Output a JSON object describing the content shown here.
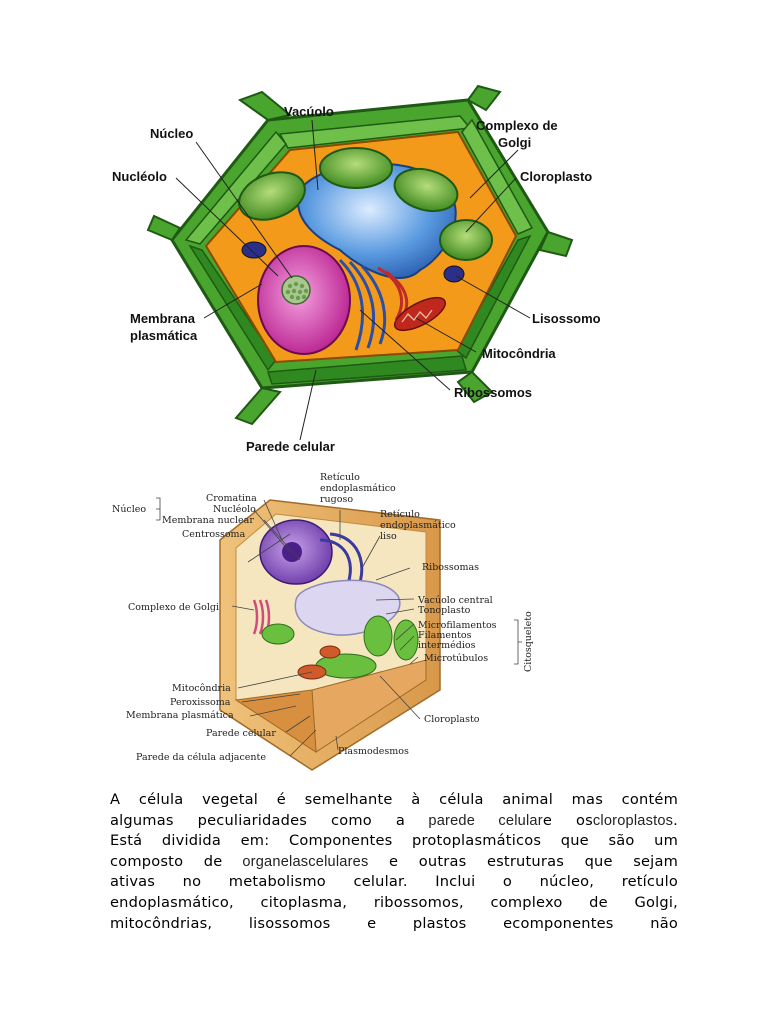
{
  "diagram1": {
    "labels": {
      "vacuolo": "Vacúolo",
      "nucleo": "Núcleo",
      "complexo_golgi_1": "Complexo de",
      "complexo_golgi_2": "Golgi",
      "nucleolo": "Nucléolo",
      "cloroplasto": "Cloroplasto",
      "membrana_1": "Membrana",
      "membrana_2": "plasmática",
      "lisossomo": "Lisossomo",
      "mitocondria": "Mitocôndria",
      "ribossomos": "Ribossomos",
      "parede": "Parede celular"
    }
  },
  "diagram2": {
    "labels": {
      "reticulo_rugoso_1": "Retículo",
      "reticulo_rugoso_2": "endoplasmático",
      "reticulo_rugoso_3": "rugoso",
      "nucleo": "Núcleo",
      "cromatina": "Cromatina",
      "nucleolo": "Nucléolo",
      "membrana_nuclear": "Membrana nuclear",
      "reticulo_liso_1": "Retículo",
      "reticulo_liso_2": "endoplasmático",
      "reticulo_liso_3": "liso",
      "centrossoma": "Centrossoma",
      "ribossomas": "Ribossomas",
      "complexo_golgi": "Complexo de Golgi",
      "vacuolo_central": "Vacúolo central",
      "tonoplasto": "Tonoplasto",
      "microfilamentos": "Microfilamentos",
      "filamentos_1": "Filamentos",
      "filamentos_2": "intermédios",
      "microtubulos": "Microtúbulos",
      "citosqueleto": "Citosqueleto",
      "mitocondria": "Mitocôndria",
      "peroxissoma": "Peroxissoma",
      "membrana_plasmatica": "Membrana plasmática",
      "parede_celular": "Parede celular",
      "cloroplasto": "Cloroplasto",
      "parede_adjacente": "Parede da célula adjacente",
      "plasmodesmos": "Plasmodesmos"
    }
  },
  "text": {
    "l1a": "A célula vegetal",
    "l1b": " é semelhante à célula animal mas contém",
    "l2a": "algumas peculiaridades como a",
    "l2b": " parede celular",
    "l2c": "e os",
    "l2d": "cloroplastos",
    "l2e": ".",
    "l3": "Está dividida em: Componentes protoplasmáticos que são um",
    "l4a": "composto de",
    "l4b": " organelascelulares",
    "l4c": " e outras estruturas que sejam",
    "l5": "ativas no metabolismo celular. Inclui o núcleo, retículo",
    "l6": "endoplasmático, citoplasma, ribossomos, complexo de Golgi,",
    "l7": "mitocôndrias, lisossomos e plastos ecomponentes não"
  },
  "colors": {
    "wall_green": "#3f9a2a",
    "cytoplasm_orange": "#f39a1a",
    "vacuole_blue": "#3a78c8",
    "nucleus_magenta": "#d23aa8",
    "chloroplast_green": "#5aa52e",
    "wood_wall": "#e8b060"
  }
}
